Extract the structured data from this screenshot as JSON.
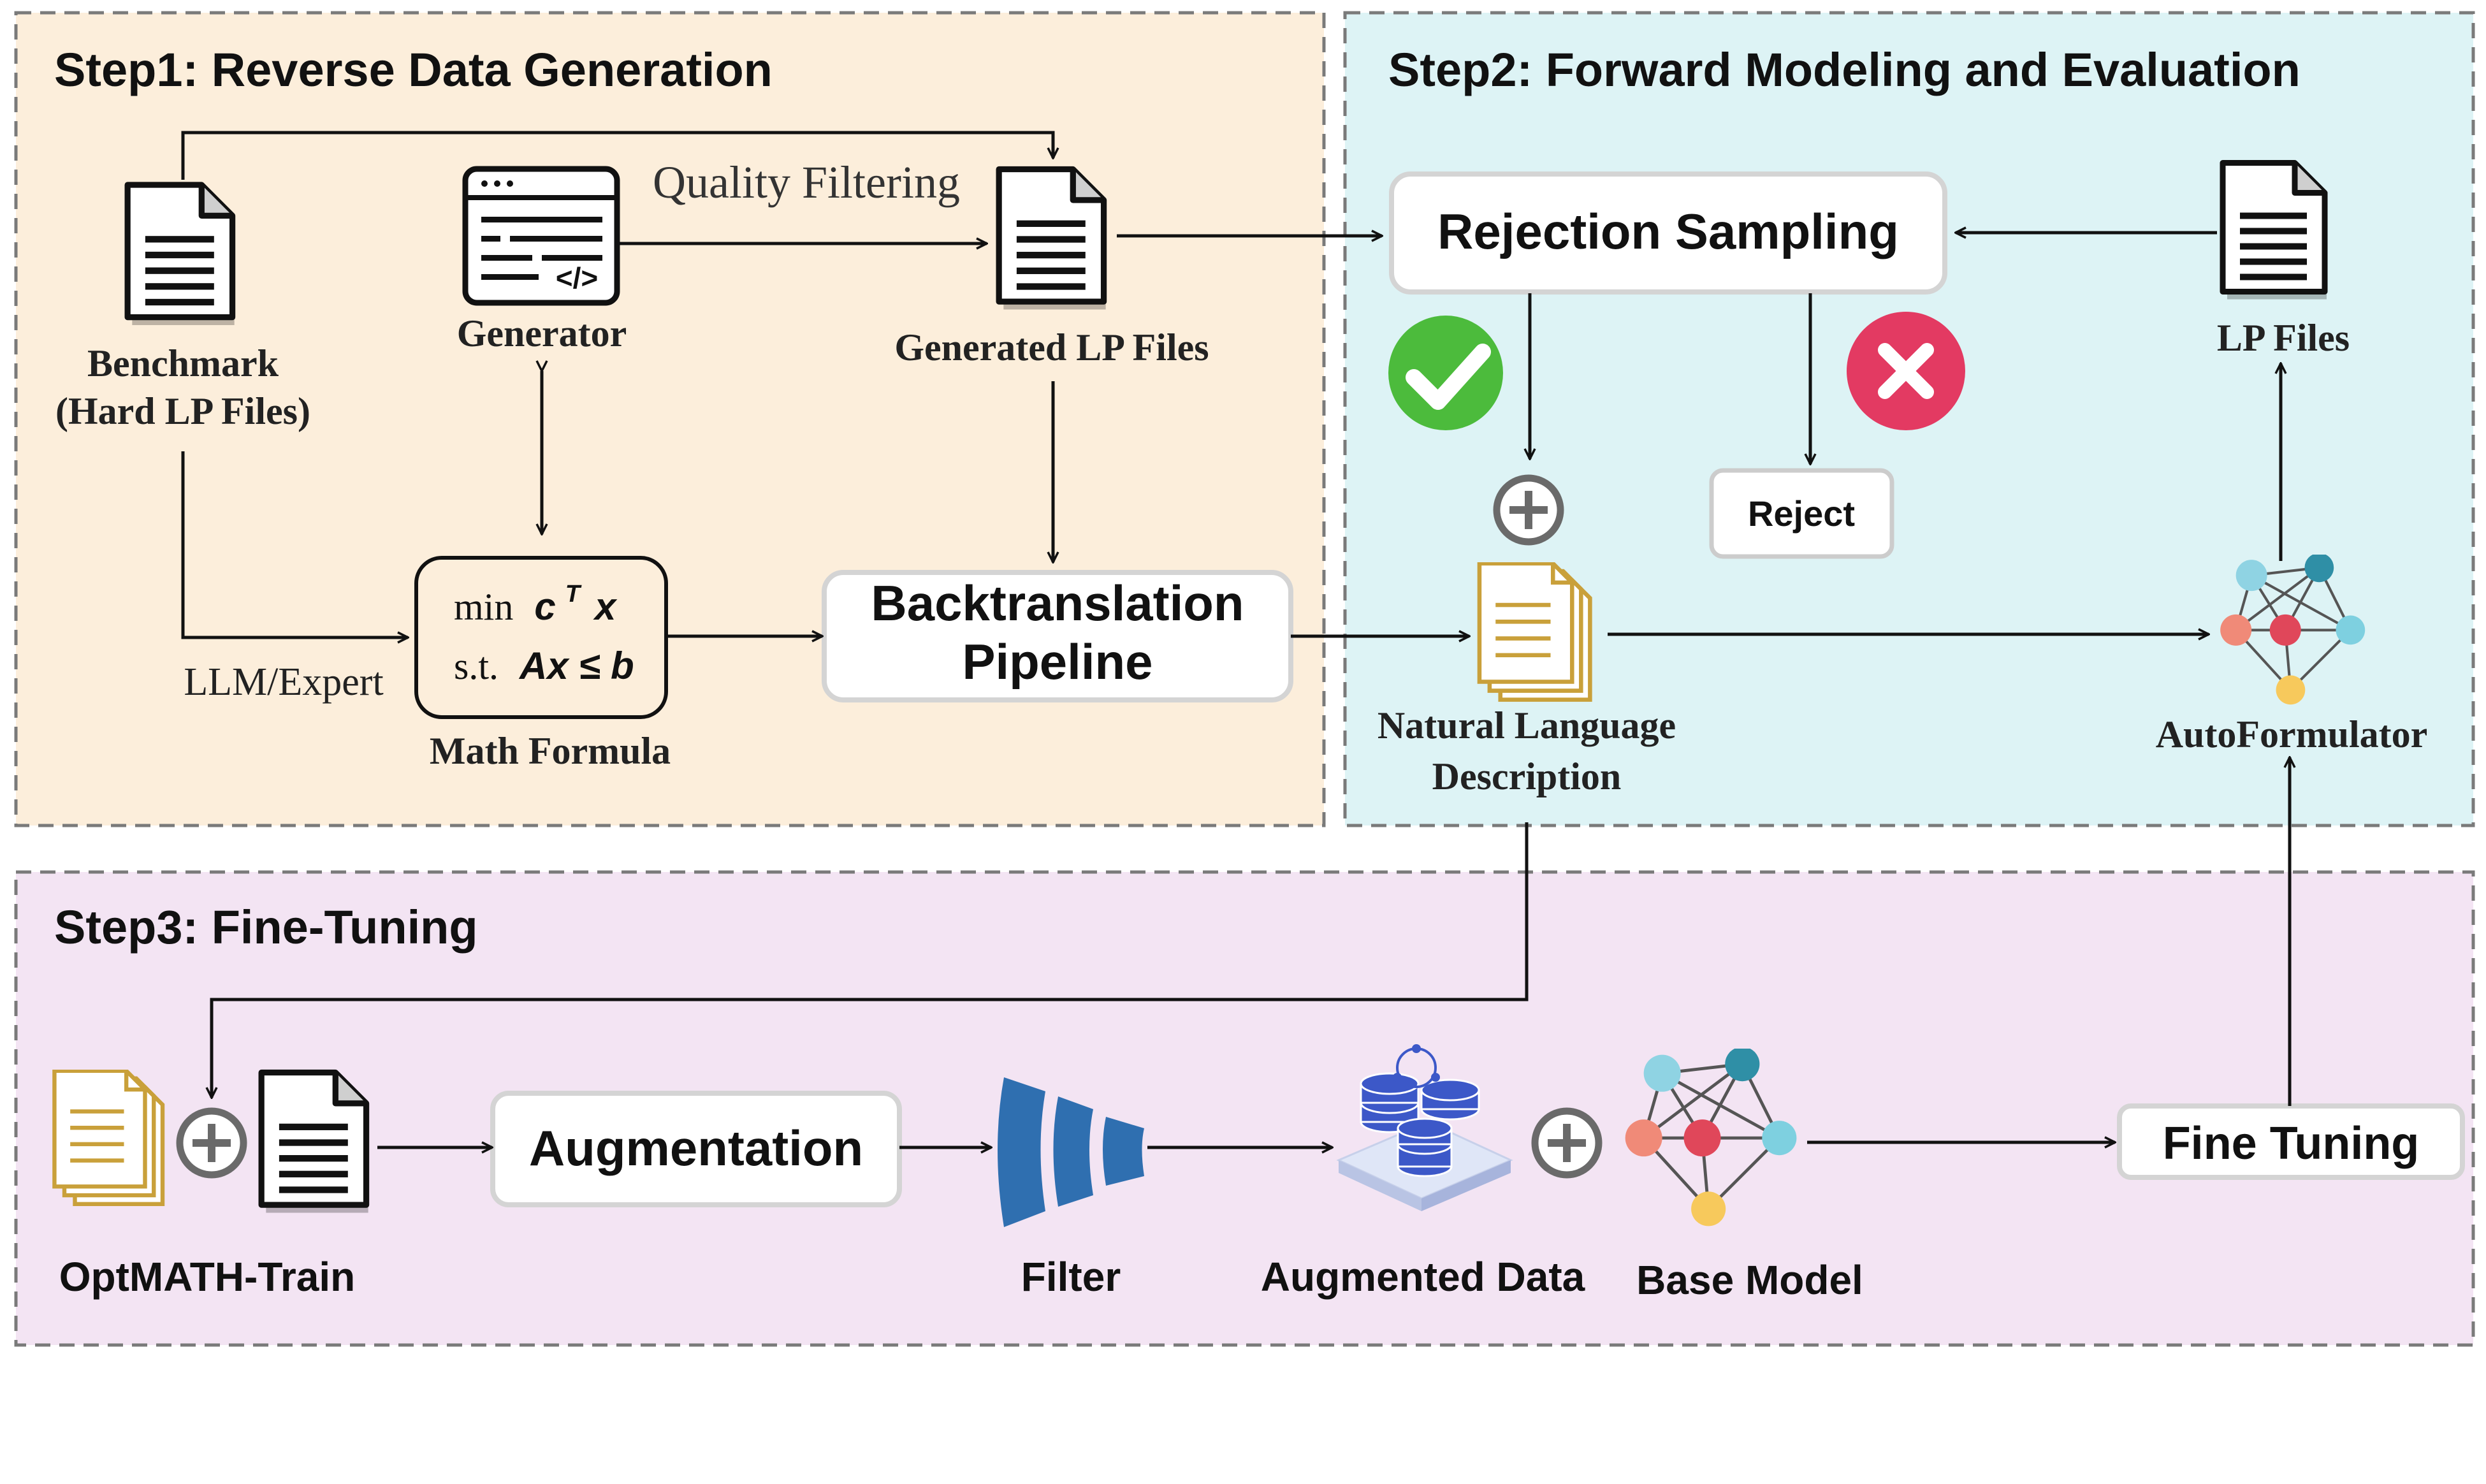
{
  "step1": {
    "title": "Step1: Reverse Data Generation",
    "benchmark": {
      "line1": "Benchmark",
      "line2": "(Hard LP Files)",
      "icon": "document-icon"
    },
    "generator": {
      "label": "Generator",
      "icon": "code-window-icon"
    },
    "quality_filtering": "Quality Filtering",
    "generated_lp_files": {
      "label": "Generated LP Files",
      "icon": "document-icon"
    },
    "llm_expert": "LLM/Expert",
    "math_formula": {
      "label": "Math Formula",
      "min_text": "min",
      "objective": "c",
      "objective_sup": "T",
      "objective_var": "x",
      "st_text": "s.t.",
      "constraint": "Ax ≤ b"
    },
    "backtranslation": {
      "line1": "Backtranslation",
      "line2": "Pipeline"
    }
  },
  "step2": {
    "title": "Step2: Forward Modeling and Evaluation",
    "rejection_sampling": "Rejection Sampling",
    "lp_files": {
      "label": "LP Files",
      "icon": "document-icon"
    },
    "accept_icon": "green-check-icon",
    "reject_icon": "red-x-icon",
    "reject": "Reject",
    "nl_description": {
      "line1": "Natural Language",
      "line2": "Description",
      "icon": "stacked-documents-icon"
    },
    "autoformulator": {
      "label": "AutoFormulator",
      "icon": "neural-network-icon"
    }
  },
  "step3": {
    "title": "Step3: Fine-Tuning",
    "optmath_train": "OptMATH-Train",
    "augmentation": "Augmentation",
    "filter": {
      "label": "Filter",
      "icon": "funnel-filter-icon"
    },
    "augmented_data": {
      "label": "Augmented Data",
      "icon": "database-icon"
    },
    "base_model": {
      "label": "Base Model",
      "icon": "neural-network-icon"
    },
    "fine_tuning": "Fine Tuning"
  },
  "colors": {
    "step1_bg": "#FCEEDB",
    "step2_bg": "#DDF3F5",
    "step3_bg": "#F3E4F3",
    "panel_border": "#7A7A7A",
    "arrow": "#111111",
    "doc_gold": "#C9A03A",
    "check_green": "#4CBB3C",
    "x_red": "#E33A62",
    "filter_blue": "#2F6FB0",
    "db_blue": "#3C58C8"
  }
}
